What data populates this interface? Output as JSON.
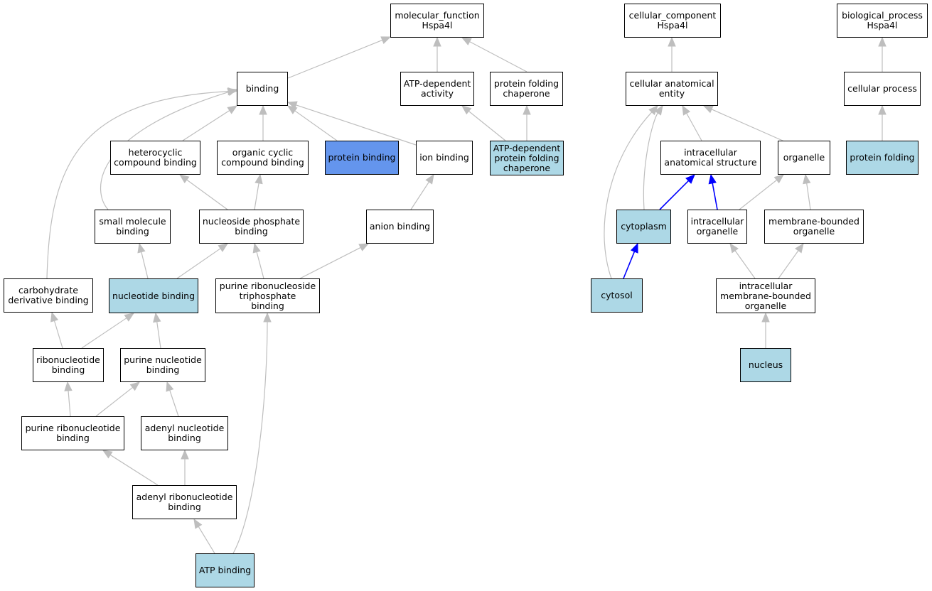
{
  "colors": {
    "edge": "#bebebe",
    "highlight_edge": "#0000ff",
    "light_node": "#add8e6",
    "dark_node": "#6495ed"
  },
  "nodes": {
    "mf": {
      "label": "molecular_function\nHspa4l",
      "style": "white"
    },
    "cc": {
      "label": "cellular_component\nHspa4l",
      "style": "white"
    },
    "bp": {
      "label": "biological_process\nHspa4l",
      "style": "white"
    },
    "binding": {
      "label": "binding",
      "style": "white"
    },
    "atp_dep_act": {
      "label": "ATP-dependent\nactivity",
      "style": "white"
    },
    "pf_chap": {
      "label": "protein folding\nchaperone",
      "style": "white"
    },
    "cae": {
      "label": "cellular anatomical\nentity",
      "style": "white"
    },
    "cell_proc": {
      "label": "cellular process",
      "style": "white"
    },
    "heterocyclic": {
      "label": "heterocyclic\ncompound binding",
      "style": "white"
    },
    "org_cyclic": {
      "label": "organic cyclic\ncompound binding",
      "style": "white"
    },
    "protein_binding": {
      "label": "protein binding",
      "style": "dark"
    },
    "ion_binding": {
      "label": "ion binding",
      "style": "white"
    },
    "atp_dep_pfc": {
      "label": "ATP-dependent\nprotein folding\nchaperone",
      "style": "light"
    },
    "ias": {
      "label": "intracellular\nanatomical structure",
      "style": "white"
    },
    "organelle": {
      "label": "organelle",
      "style": "white"
    },
    "protein_folding": {
      "label": "protein folding",
      "style": "light"
    },
    "small_mol": {
      "label": "small molecule\nbinding",
      "style": "white"
    },
    "nuc_phos": {
      "label": "nucleoside phosphate\nbinding",
      "style": "white"
    },
    "anion": {
      "label": "anion binding",
      "style": "white"
    },
    "cytoplasm": {
      "label": "cytoplasm",
      "style": "light"
    },
    "ic_org": {
      "label": "intracellular\norganelle",
      "style": "white"
    },
    "mb_org": {
      "label": "membrane-bounded\norganelle",
      "style": "white"
    },
    "carb": {
      "label": "carbohydrate\nderivative binding",
      "style": "white"
    },
    "nuc_binding": {
      "label": "nucleotide binding",
      "style": "light"
    },
    "prnt": {
      "label": "purine ribonucleoside\ntriphosphate\nbinding",
      "style": "white"
    },
    "cytosol": {
      "label": "cytosol",
      "style": "light"
    },
    "imbo": {
      "label": "intracellular\nmembrane-bounded\norganelle",
      "style": "white"
    },
    "ribonuc": {
      "label": "ribonucleotide\nbinding",
      "style": "white"
    },
    "pur_nuc": {
      "label": "purine nucleotide\nbinding",
      "style": "white"
    },
    "nucleus": {
      "label": "nucleus",
      "style": "light"
    },
    "pur_ribo": {
      "label": "purine ribonucleotide\nbinding",
      "style": "white"
    },
    "adenyl_nuc": {
      "label": "adenyl nucleotide\nbinding",
      "style": "white"
    },
    "adenyl_ribo": {
      "label": "adenyl ribonucleotide\nbinding",
      "style": "white"
    },
    "atp_binding": {
      "label": "ATP binding",
      "style": "light"
    }
  },
  "edges": [
    {
      "from": "binding",
      "to": "mf",
      "highlight": false
    },
    {
      "from": "atp_dep_act",
      "to": "mf",
      "highlight": false
    },
    {
      "from": "pf_chap",
      "to": "mf",
      "highlight": false
    },
    {
      "from": "heterocyclic",
      "to": "binding",
      "highlight": false
    },
    {
      "from": "org_cyclic",
      "to": "binding",
      "highlight": false
    },
    {
      "from": "protein_binding",
      "to": "binding",
      "highlight": false
    },
    {
      "from": "ion_binding",
      "to": "binding",
      "highlight": false
    },
    {
      "from": "small_mol",
      "to": "binding",
      "highlight": false
    },
    {
      "from": "carb",
      "to": "binding",
      "highlight": false
    },
    {
      "from": "atp_dep_pfc",
      "to": "atp_dep_act",
      "highlight": false
    },
    {
      "from": "atp_dep_pfc",
      "to": "pf_chap",
      "highlight": false
    },
    {
      "from": "nuc_phos",
      "to": "heterocyclic",
      "highlight": false
    },
    {
      "from": "nuc_phos",
      "to": "org_cyclic",
      "highlight": false
    },
    {
      "from": "anion",
      "to": "ion_binding",
      "highlight": false
    },
    {
      "from": "nuc_binding",
      "to": "small_mol",
      "highlight": false
    },
    {
      "from": "nuc_binding",
      "to": "nuc_phos",
      "highlight": false
    },
    {
      "from": "prnt",
      "to": "nuc_phos",
      "highlight": false
    },
    {
      "from": "prnt",
      "to": "anion",
      "highlight": false
    },
    {
      "from": "ribonuc",
      "to": "carb",
      "highlight": false
    },
    {
      "from": "ribonuc",
      "to": "nuc_binding",
      "highlight": false
    },
    {
      "from": "pur_nuc",
      "to": "nuc_binding",
      "highlight": false
    },
    {
      "from": "pur_ribo",
      "to": "ribonuc",
      "highlight": false
    },
    {
      "from": "pur_ribo",
      "to": "pur_nuc",
      "highlight": false
    },
    {
      "from": "adenyl_nuc",
      "to": "pur_nuc",
      "highlight": false
    },
    {
      "from": "adenyl_ribo",
      "to": "pur_ribo",
      "highlight": false
    },
    {
      "from": "adenyl_ribo",
      "to": "adenyl_nuc",
      "highlight": false
    },
    {
      "from": "atp_binding",
      "to": "adenyl_ribo",
      "highlight": false
    },
    {
      "from": "atp_binding",
      "to": "prnt",
      "highlight": false
    },
    {
      "from": "cae",
      "to": "cc",
      "highlight": false
    },
    {
      "from": "ias",
      "to": "cae",
      "highlight": false
    },
    {
      "from": "organelle",
      "to": "cae",
      "highlight": false
    },
    {
      "from": "cytoplasm",
      "to": "cae",
      "highlight": false
    },
    {
      "from": "cytosol",
      "to": "cae",
      "highlight": false
    },
    {
      "from": "cytoplasm",
      "to": "ias",
      "highlight": true
    },
    {
      "from": "ic_org",
      "to": "ias",
      "highlight": true
    },
    {
      "from": "ic_org",
      "to": "organelle",
      "highlight": false
    },
    {
      "from": "mb_org",
      "to": "organelle",
      "highlight": false
    },
    {
      "from": "cytosol",
      "to": "cytoplasm",
      "highlight": true
    },
    {
      "from": "imbo",
      "to": "ic_org",
      "highlight": false
    },
    {
      "from": "imbo",
      "to": "mb_org",
      "highlight": false
    },
    {
      "from": "nucleus",
      "to": "imbo",
      "highlight": false
    },
    {
      "from": "cell_proc",
      "to": "bp",
      "highlight": false
    },
    {
      "from": "protein_folding",
      "to": "cell_proc",
      "highlight": false
    }
  ]
}
